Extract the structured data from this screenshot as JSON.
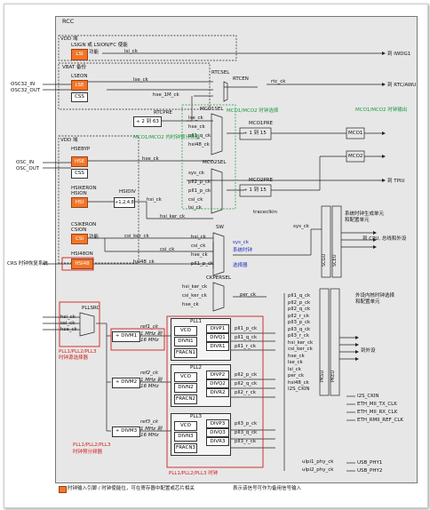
{
  "title": "RCC",
  "vdd_domain": "VDD 域",
  "vbat_domain": "VBAT 备份",
  "lsi": {
    "label": "LSIGN 或 LSION/FC 使能",
    "box": "LSI",
    "sub": "功能",
    "signal": "lsi_ck",
    "out": "到 IWDG1"
  },
  "lse": {
    "label": "LSEON",
    "box": "LSE",
    "css": "CSS",
    "signal": "lse_ck",
    "in1": "OSC32_IN",
    "in2": "OSC32_OUT"
  },
  "rtc": {
    "sel": "RTCSEL",
    "en": "RTCEN",
    "signal": "rtc_ck",
    "out": "到 RTC/AWU",
    "pre": "RTCPRE",
    "div": "÷ 2 到 63",
    "hse_1m": "hse_1M_ck"
  },
  "mco": {
    "label": "MCO1/MCO2 时钟选择",
    "title": "MCO1/MCO2 时钟输出",
    "sel1": "MCO1SEL",
    "sel2": "MCO2SEL",
    "pre1": "MCO1PRE",
    "pre2": "MCO2PRE",
    "div1": "÷ 1 到 15",
    "div2": "÷ 1 到 15",
    "out1": "MCO1",
    "out2": "MCO2",
    "src_label": "MCO1/MCO2 内时钟预分频器"
  },
  "mco1_inputs": [
    "lse_ck",
    "hse_ck",
    "pll1_q_ck",
    "hsi48_ck"
  ],
  "mco2_inputs": [
    "sys_ck",
    "pll2_p_ck",
    "pll1_p_ck",
    "csi_ck",
    "lsi_ck"
  ],
  "vdd_domain2": "VDD 域",
  "hse": {
    "label": "HSEBYP",
    "box": "HSE",
    "css": "CSS",
    "signal": "hse_ck",
    "in1": "OSC_IN",
    "in2": "OSC_OUT"
  },
  "hsi": {
    "label": "HSIKERON",
    "sub": "HSION",
    "box": "HSI",
    "div": "÷1,2,4,8",
    "divlabel": "HSIDIV",
    "signal": "hsi_ck",
    "ker": "hsi_ker_ck"
  },
  "csi": {
    "label": "CSIKERON",
    "sub": "CSION",
    "box": "CSI",
    "signal": "csi_ck",
    "ker": "csi_ker_ck",
    "sub2": "功能"
  },
  "hsi48": {
    "label": "HSI48ON",
    "box": "HSI48",
    "signal": "hsi48_ck"
  },
  "crs": "CRS 时钟恢复系统",
  "sys": {
    "sel": "SW",
    "signal": "sys_ck",
    "label1": "系统时钟",
    "label2": "选择器",
    "tocpu": "到 CPU",
    "tracecikin": "traceclkin"
  },
  "sys_inputs": [
    "hsi_ck",
    "csi_ck",
    "hse_ck",
    "pll1_p_ck"
  ],
  "ckper": {
    "sel": "CKPERSEL",
    "signal": "per_ck",
    "inputs": [
      "hsi_ker_ck",
      "csi_ker_ck",
      "hse_ck"
    ]
  },
  "tpiu": "到 TPIU",
  "scgu": {
    "title": "系统时钟生成单元",
    "sub": "和配置单元",
    "label1": "SCGU",
    "label2": "SCEU",
    "out1": "到 CPU, 总线和外设",
    "outarrow": "sys_ck"
  },
  "peripherals": {
    "title": "外设内核时钟选择",
    "sub": "和配置单元",
    "label1": "PKSU",
    "label2": "PKEU",
    "out": "到外设",
    "inputs": [
      "pll1_q_ck",
      "pll2_p_ck",
      "pll2_q_ck",
      "pll2_r_ck",
      "pll3_p_ck",
      "pll3_q_ck",
      "pll3_r_ck",
      "hsi_ker_ck",
      "csi_ker_ck",
      "hse_ck",
      "lse_ck",
      "lsi_ck",
      "per_ck",
      "hsi48_ck",
      "I2S_CKIN"
    ]
  },
  "pll_src": {
    "label": "PLLSRC",
    "inputs": [
      "hsi_ck",
      "csi_ck",
      "hse_ck"
    ],
    "note1": "PLL1/PLL2/PLL3",
    "note2": "时钟源选择器"
  },
  "plls": [
    {
      "name": "PLL1",
      "divm": "÷ DIVM1",
      "ref": "ref1_ck",
      "range1": "1 MHz 到",
      "range2": "16 MHz",
      "vco": "VCO",
      "divn": "DIVN1",
      "fracn": "FRACN1",
      "outs": [
        "DIVP1",
        "DIVQ1",
        "DIVR1"
      ],
      "sigs": [
        "pll1_p_ck",
        "pll1_q_ck",
        "pll1_r_ck"
      ]
    },
    {
      "name": "PLL2",
      "divm": "÷ DIVM2",
      "ref": "ref2_ck",
      "range1": "1 MHz 到",
      "range2": "16 MHz",
      "vco": "VCO",
      "divn": "DIVN2",
      "fracn": "FRACN2",
      "outs": [
        "DIVP2",
        "DIVQ2",
        "DIVR2"
      ],
      "sigs": [
        "pll2_p_ck",
        "pll2_q_ck",
        "pll2_r_ck"
      ]
    },
    {
      "name": "PLL3",
      "divm": "÷ DIVM3",
      "ref": "ref3_ck",
      "range1": "1 MHz 到",
      "range2": "16 MHz",
      "vco": "VCO",
      "divn": "DIVN3",
      "fracn": "FRACN3",
      "outs": [
        "DIVP3",
        "DIVQ3",
        "DIVR3"
      ],
      "sigs": [
        "pll3_p_ck",
        "pll3_q_ck",
        "pll3_r_ck"
      ]
    }
  ],
  "pll_div_note": {
    "l1": "PLL1/PLL2/PLL3",
    "l2": "时钟预分频器"
  },
  "pll_bottom": "PLL1/PLL2/PLL3 时钟",
  "ext_outs": [
    "I2S_CKIN",
    "ETH_MII_TX_CLK",
    "ETH_MII_RX_CLK",
    "ETH_RMII_REF_CLK",
    "USB_PHY1",
    "USB_PHY2"
  ],
  "usb_sigs": [
    "ulpi1_phy_ck",
    "ulpi2_phy_ck"
  ],
  "legend": {
    "item1": "时钟输入引脚 / 时钟使能位，可在寄存器中配置或芯片相关",
    "item2": "表示该信号可作为备用信号输入"
  }
}
